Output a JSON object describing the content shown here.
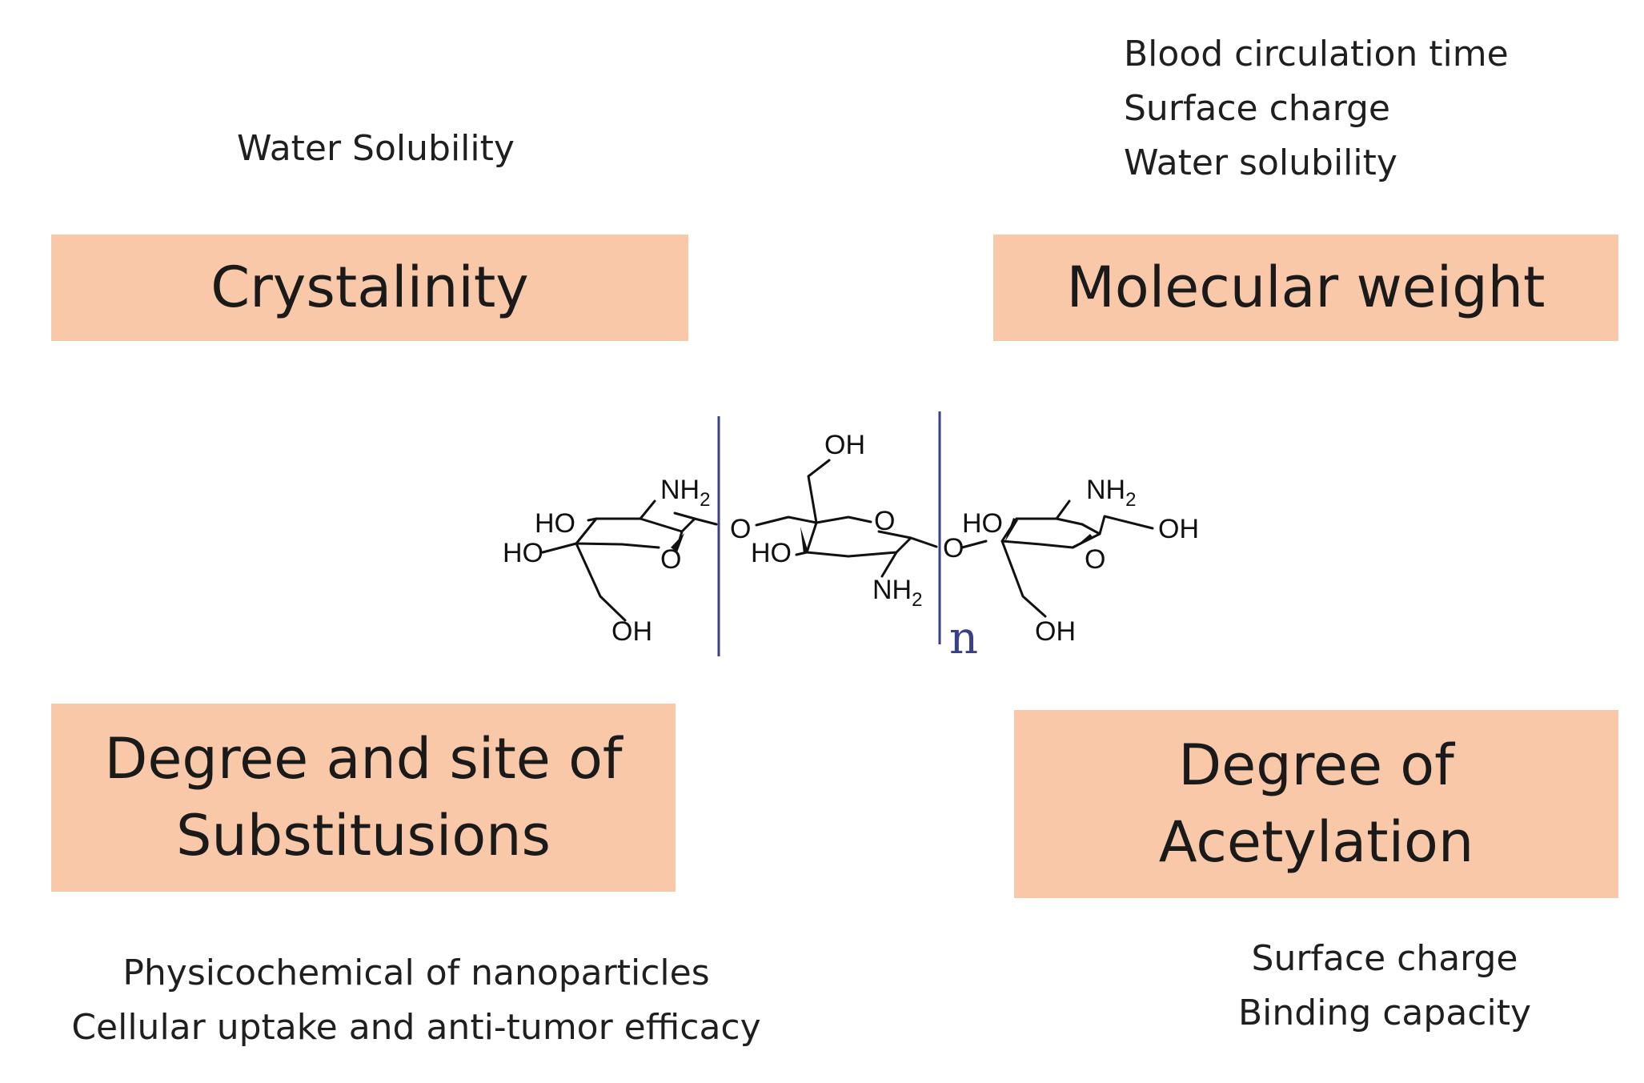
{
  "colors": {
    "box_fill": "#F8C8A8",
    "text": "#1a1a1a",
    "repeat_bracket": "#3a3f86",
    "bond": "#111111"
  },
  "boxes": {
    "crystallinity": {
      "label": "Crystalinity"
    },
    "molecular_weight": {
      "label": "Molecular weight"
    },
    "substitution": {
      "lines": [
        "Degree and site of",
        "Substitusions"
      ]
    },
    "acetylation": {
      "lines": [
        "Degree of",
        "Acetylation"
      ]
    }
  },
  "notes": {
    "crystallinity": [
      "Water Solubility"
    ],
    "molecular_weight": [
      "Blood circulation time",
      "Surface charge",
      "Water solubility"
    ],
    "substitution": [
      "Physicochemical of nanoparticles",
      "Cellular uptake and anti-tumor efficacy"
    ],
    "acetylation": [
      "Surface charge",
      "Binding capacity"
    ]
  },
  "molecule": {
    "repeat_label": "n",
    "groups": {
      "oh": "OH",
      "ho": "HO",
      "nh2": "NH",
      "sub2": "2",
      "o": "O"
    }
  }
}
